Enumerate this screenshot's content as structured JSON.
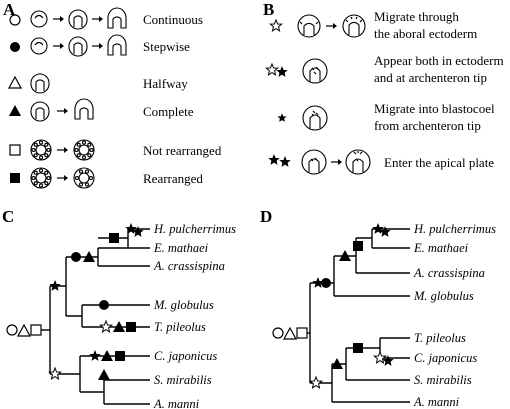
{
  "panels": {
    "A": {
      "label": "A",
      "legend": [
        {
          "symbol": "open-circle",
          "text": "Continuous"
        },
        {
          "symbol": "filled-circle",
          "text": "Stepwise"
        },
        {
          "symbol": "open-triangle",
          "text": "Halfway"
        },
        {
          "symbol": "filled-triangle",
          "text": "Complete"
        },
        {
          "symbol": "open-square",
          "text": "Not rearranged"
        },
        {
          "symbol": "filled-square",
          "text": "Rearranged"
        }
      ]
    },
    "B": {
      "label": "B",
      "legend": [
        {
          "symbol": "open-star",
          "line1": "Migrate through",
          "line2": "the aboral ectoderm"
        },
        {
          "symbol": "open-filled-star",
          "line1": "Appear both in ectoderm",
          "line2": "and at archenteron tip"
        },
        {
          "symbol": "small-filled-star",
          "line1": "Migrate into blastocoel",
          "line2": "from archenteron tip"
        },
        {
          "symbol": "double-filled-star",
          "line1": "Enter the apical plate",
          "line2": ""
        }
      ]
    },
    "C": {
      "label": "C",
      "taxa": [
        "H. pulcherrimus",
        "E. mathaei",
        "A. crassispina",
        "M. globulus",
        "T. pileolus",
        "C. japonicus",
        "S. mirabilis",
        "A. manni"
      ]
    },
    "D": {
      "label": "D",
      "taxa": [
        "H. pulcherrimus",
        "E. mathaei",
        "A. crassispina",
        "M. globulus",
        "T. pileolus",
        "C. japonicus",
        "S. mirabilis",
        "A. manni"
      ]
    }
  },
  "colors": {
    "ink": "#000000",
    "background": "#ffffff"
  }
}
